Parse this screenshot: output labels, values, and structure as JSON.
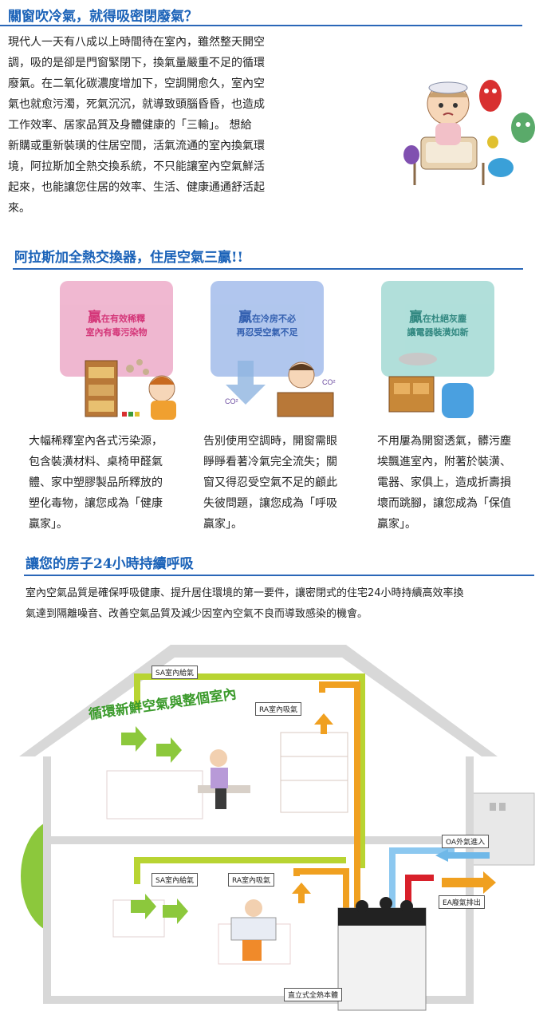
{
  "section1": {
    "title": "關窗吹冷氣，就得吸密閉廢氣？",
    "lines": [
      "現代人一天有八成以上時間待在室內，雖然整天開空",
      "調，吸的是卻是門窗緊閉下，換氣量嚴重不足的循環",
      "廢氣。在二氧化碳濃度增加下，空調開愈久，室內空",
      "氣也就愈污濁，死氣沉沉，就導致頭腦昏昏，也造成",
      "工作效率、居家品質及身體健康的「三輸」。 想給",
      "新購或重新裝璜的住居空間，活氣流通的室內換氣環",
      "境，阿拉斯加全熱交換系統，不只能讓室內空氣鮮活",
      "起來，也能讓您住居的效率、生活、健康通通舒活起",
      "來。"
    ]
  },
  "section2": {
    "title": "阿拉斯加全熱交換器，住居空氣三贏!!",
    "cards": [
      {
        "big": "贏",
        "small": "在有效稀釋",
        "line2": "室內有毒污染物",
        "color": "#e8a0c0",
        "text_color": "#d0226b",
        "lines": [
          "大幅稀釋室內各式污染源，",
          "包含裝潢材料、桌椅甲醛氣",
          "體、家中塑膠製品所釋放的",
          "塑化毒物，讓您成為「健康",
          "贏家」。"
        ]
      },
      {
        "big": "贏",
        "small": "在冷房不必",
        "line2": "再忍受空氣不足",
        "color": "#9bb6e8",
        "text_color": "#1e4fa8",
        "lines": [
          "告別使用空調時，開窗需眼",
          "睜睜看著冷氣完全流失；關",
          "窗又得忍受空氣不足的顧此",
          "失彼問題，讓您成為「呼吸",
          "贏家」。"
        ]
      },
      {
        "big": "贏",
        "small": "在杜絕灰塵",
        "line2": "讓電器裝潢如新",
        "color": "#9ed8d2",
        "text_color": "#1c7c74",
        "lines": [
          "不用屢為開窗透氣，髒污塵",
          "埃飄進室內，附著於裝潢、",
          "電器、家俱上，造成折壽損",
          "壞而跳腳，讓您成為「保值",
          "贏家」。"
        ]
      }
    ]
  },
  "section3": {
    "title": "讓您的房子24小時持續呼吸",
    "lines": [
      "室內空氣品質是確保呼吸健康、提升居住環境的第一要件，讓密閉式的住宅24小時持續高效率換",
      "氣達到隔離噪音、改善空氣品質及減少因室內空氣不良而導致感染的機會。"
    ]
  },
  "diagram": {
    "banner": "循環新鮮空氣與整個室內",
    "sa_upper": "SA室內給氣",
    "ra_upper": "RA室內吸氣",
    "sa_lower": "SA室內給氣",
    "ra_lower": "RA室內吸氣",
    "oa": "OA外氣進入",
    "ea": "EA廢氣排出",
    "unit": "直立式全熱本體"
  },
  "colors": {
    "accent": "#1a62b8",
    "fresh_air": "#b8d432",
    "return_air": "#f0a020",
    "outside_air": "#6fb8e8",
    "exhaust_air": "#d8202a"
  }
}
